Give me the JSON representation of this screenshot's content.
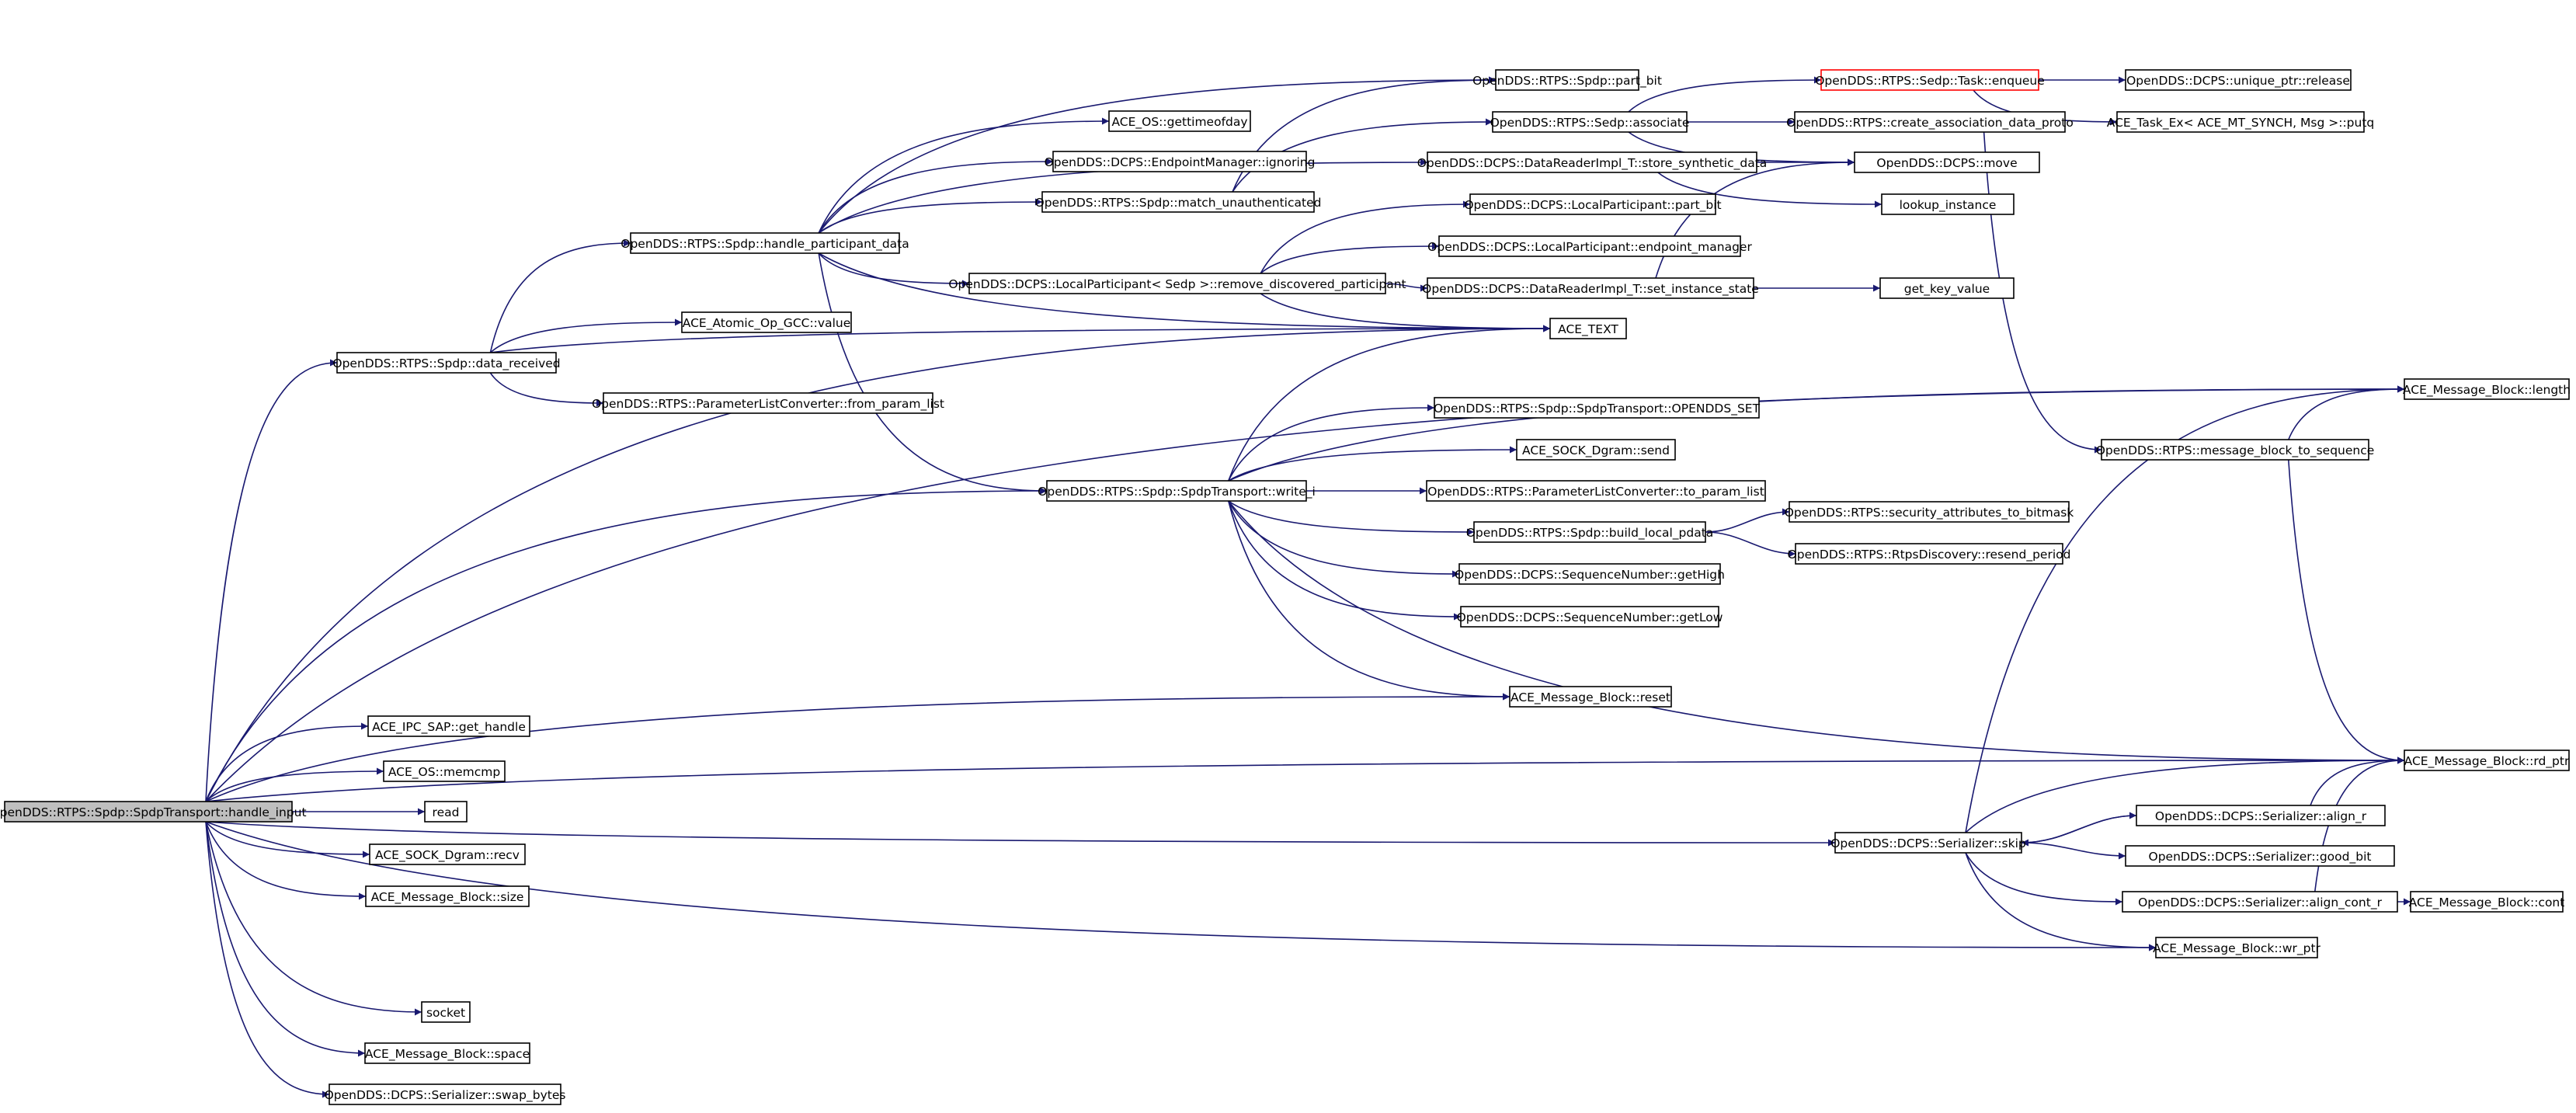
{
  "colors": {
    "edge": "#191970",
    "root_fill": "#bfbfbf",
    "highlight_border": "#ff0000",
    "node_border": "#000000"
  },
  "nodes": [
    {
      "id": "root",
      "label": "OpenDDS::RTPS::Spdp::SpdpTransport::handle_input",
      "root": true
    },
    {
      "id": "dr",
      "label": "OpenDDS::RTPS::Spdp::data_received"
    },
    {
      "id": "hpd",
      "label": "OpenDDS::RTPS::Spdp::handle_participant_data"
    },
    {
      "id": "partbit",
      "label": "OpenDDS::RTPS::Spdp::part_bit"
    },
    {
      "id": "gtod",
      "label": "ACE_OS::gettimeofday"
    },
    {
      "id": "ign",
      "label": "OpenDDS::DCPS::EndpointManager::ignoring"
    },
    {
      "id": "mu",
      "label": "OpenDDS::RTPS::Spdp::match_unauthenticated"
    },
    {
      "id": "assoc",
      "label": "OpenDDS::RTPS::Sedp::associate"
    },
    {
      "id": "enq",
      "label": "OpenDDS::RTPS::Sedp::Task::enqueue",
      "highlight": true
    },
    {
      "id": "uprel",
      "label": "OpenDDS::DCPS::unique_ptr::release"
    },
    {
      "id": "putq",
      "label": "ACE_Task_Ex< ACE_MT_SYNCH, Msg >::putq"
    },
    {
      "id": "cadp",
      "label": "OpenDDS::RTPS::create_association_data_proto"
    },
    {
      "id": "ssd",
      "label": "OpenDDS::DCPS::DataReaderImpl_T::store_synthetic_data"
    },
    {
      "id": "move",
      "label": "OpenDDS::DCPS::move"
    },
    {
      "id": "lookup",
      "label": "lookup_instance"
    },
    {
      "id": "lppb",
      "label": "OpenDDS::DCPS::LocalParticipant::part_bit"
    },
    {
      "id": "lpem",
      "label": "OpenDDS::DCPS::LocalParticipant::endpoint_manager"
    },
    {
      "id": "rdp",
      "label": "OpenDDS::DCPS::LocalParticipant< Sedp >::remove_discovered_participant"
    },
    {
      "id": "sis",
      "label": "OpenDDS::DCPS::DataReaderImpl_T::set_instance_state"
    },
    {
      "id": "gkv",
      "label": "get_key_value"
    },
    {
      "id": "atomic",
      "label": "ACE_Atomic_Op_GCC::value"
    },
    {
      "id": "acetext",
      "label": "ACE_TEXT"
    },
    {
      "id": "fpl",
      "label": "OpenDDS::RTPS::ParameterListConverter::from_param_list"
    },
    {
      "id": "length",
      "label": "ACE_Message_Block::length"
    },
    {
      "id": "oset",
      "label": "OpenDDS::RTPS::Spdp::SpdpTransport::OPENDDS_SET"
    },
    {
      "id": "mbts",
      "label": "OpenDDS::RTPS::message_block_to_sequence"
    },
    {
      "id": "send",
      "label": "ACE_SOCK_Dgram::send"
    },
    {
      "id": "writei",
      "label": "OpenDDS::RTPS::Spdp::SpdpTransport::write_i"
    },
    {
      "id": "tpl",
      "label": "OpenDDS::RTPS::ParameterListConverter::to_param_list"
    },
    {
      "id": "blp",
      "label": "OpenDDS::RTPS::Spdp::build_local_pdata"
    },
    {
      "id": "satb",
      "label": "OpenDDS::RTPS::security_attributes_to_bitmask"
    },
    {
      "id": "resend",
      "label": "OpenDDS::RTPS::RtpsDiscovery::resend_period"
    },
    {
      "id": "gethigh",
      "label": "OpenDDS::DCPS::SequenceNumber::getHigh"
    },
    {
      "id": "getlow",
      "label": "OpenDDS::DCPS::SequenceNumber::getLow"
    },
    {
      "id": "reset",
      "label": "ACE_Message_Block::reset"
    },
    {
      "id": "rdptr",
      "label": "ACE_Message_Block::rd_ptr"
    },
    {
      "id": "gethandle",
      "label": "ACE_IPC_SAP::get_handle"
    },
    {
      "id": "memcmp",
      "label": "ACE_OS::memcmp"
    },
    {
      "id": "read",
      "label": "read"
    },
    {
      "id": "recv",
      "label": "ACE_SOCK_Dgram::recv"
    },
    {
      "id": "mbsize",
      "label": "ACE_Message_Block::size"
    },
    {
      "id": "skip",
      "label": "OpenDDS::DCPS::Serializer::skip"
    },
    {
      "id": "alignr",
      "label": "OpenDDS::DCPS::Serializer::align_r"
    },
    {
      "id": "goodbit",
      "label": "OpenDDS::DCPS::Serializer::good_bit"
    },
    {
      "id": "aligncr",
      "label": "OpenDDS::DCPS::Serializer::align_cont_r"
    },
    {
      "id": "cont",
      "label": "ACE_Message_Block::cont"
    },
    {
      "id": "wrptr",
      "label": "ACE_Message_Block::wr_ptr"
    },
    {
      "id": "socket",
      "label": "socket"
    },
    {
      "id": "space",
      "label": "ACE_Message_Block::space"
    },
    {
      "id": "swap",
      "label": "OpenDDS::DCPS::Serializer::swap_bytes"
    }
  ],
  "edges": [
    [
      "root",
      "length"
    ],
    [
      "root",
      "dr"
    ],
    [
      "root",
      "acetext"
    ],
    [
      "root",
      "writei"
    ],
    [
      "root",
      "reset"
    ],
    [
      "root",
      "rdptr"
    ],
    [
      "root",
      "gethandle"
    ],
    [
      "root",
      "memcmp"
    ],
    [
      "root",
      "read"
    ],
    [
      "root",
      "recv"
    ],
    [
      "root",
      "mbsize"
    ],
    [
      "root",
      "skip"
    ],
    [
      "root",
      "wrptr"
    ],
    [
      "root",
      "socket"
    ],
    [
      "root",
      "space"
    ],
    [
      "root",
      "swap"
    ],
    [
      "dr",
      "hpd"
    ],
    [
      "dr",
      "atomic"
    ],
    [
      "dr",
      "acetext"
    ],
    [
      "dr",
      "fpl"
    ],
    [
      "hpd",
      "partbit"
    ],
    [
      "hpd",
      "gtod"
    ],
    [
      "hpd",
      "ign"
    ],
    [
      "hpd",
      "mu"
    ],
    [
      "hpd",
      "ssd"
    ],
    [
      "hpd",
      "rdp"
    ],
    [
      "hpd",
      "acetext"
    ],
    [
      "hpd",
      "writei"
    ],
    [
      "mu",
      "partbit"
    ],
    [
      "mu",
      "assoc"
    ],
    [
      "assoc",
      "enq"
    ],
    [
      "assoc",
      "cadp"
    ],
    [
      "assoc",
      "move"
    ],
    [
      "enq",
      "uprel"
    ],
    [
      "enq",
      "putq"
    ],
    [
      "cadp",
      "mbts"
    ],
    [
      "ssd",
      "move"
    ],
    [
      "ssd",
      "lookup"
    ],
    [
      "rdp",
      "lppb"
    ],
    [
      "rdp",
      "lpem"
    ],
    [
      "rdp",
      "sis"
    ],
    [
      "rdp",
      "acetext"
    ],
    [
      "sis",
      "move"
    ],
    [
      "sis",
      "gkv"
    ],
    [
      "writei",
      "acetext"
    ],
    [
      "writei",
      "length"
    ],
    [
      "writei",
      "oset"
    ],
    [
      "writei",
      "send"
    ],
    [
      "writei",
      "tpl"
    ],
    [
      "writei",
      "blp"
    ],
    [
      "writei",
      "gethigh"
    ],
    [
      "writei",
      "getlow"
    ],
    [
      "writei",
      "reset"
    ],
    [
      "writei",
      "rdptr"
    ],
    [
      "blp",
      "satb"
    ],
    [
      "blp",
      "resend"
    ],
    [
      "mbts",
      "length"
    ],
    [
      "mbts",
      "rdptr"
    ],
    [
      "skip",
      "length"
    ],
    [
      "skip",
      "rdptr"
    ],
    [
      "skip",
      "alignr"
    ],
    [
      "skip",
      "goodbit"
    ],
    [
      "skip",
      "aligncr"
    ],
    [
      "skip",
      "wrptr"
    ],
    [
      "alignr",
      "skip"
    ],
    [
      "alignr",
      "rdptr"
    ],
    [
      "aligncr",
      "cont"
    ],
    [
      "aligncr",
      "rdptr"
    ]
  ]
}
